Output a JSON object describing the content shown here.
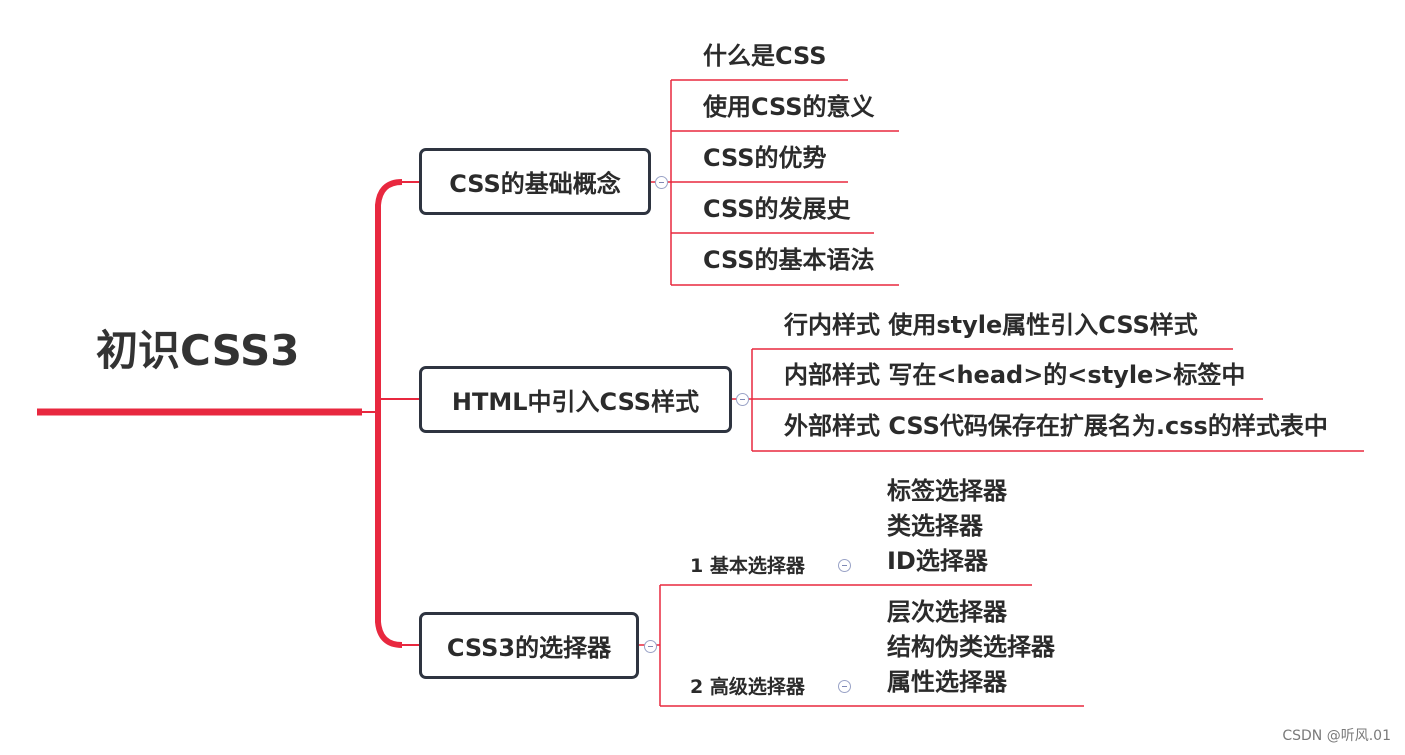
{
  "root": {
    "label": "初识CSS3"
  },
  "branches": [
    {
      "label": "CSS的基础概念",
      "items": [
        "什么是CSS",
        "使用CSS的意义",
        "CSS的优势",
        "CSS的发展史",
        "CSS的基本语法"
      ]
    },
    {
      "label": "HTML中引入CSS样式",
      "items": [
        "行内样式  使用style属性引入CSS样式",
        "内部样式 写在<head>的<style>标签中",
        "外部样式 CSS代码保存在扩展名为.css的样式表中"
      ]
    },
    {
      "label": "CSS3的选择器",
      "groups": [
        {
          "label": "1  基本选择器",
          "items": [
            "标签选择器",
            "类选择器",
            "ID选择器"
          ]
        },
        {
          "label": "2  高级选择器",
          "items": [
            "层次选择器",
            "结构伪类选择器",
            "属性选择器"
          ]
        }
      ]
    }
  ],
  "watermark": "CSDN @听风.01",
  "colors": {
    "branch_line": "#e8283f",
    "node_border": "#2e3440",
    "collapse_icon": "#9aa3c7"
  }
}
